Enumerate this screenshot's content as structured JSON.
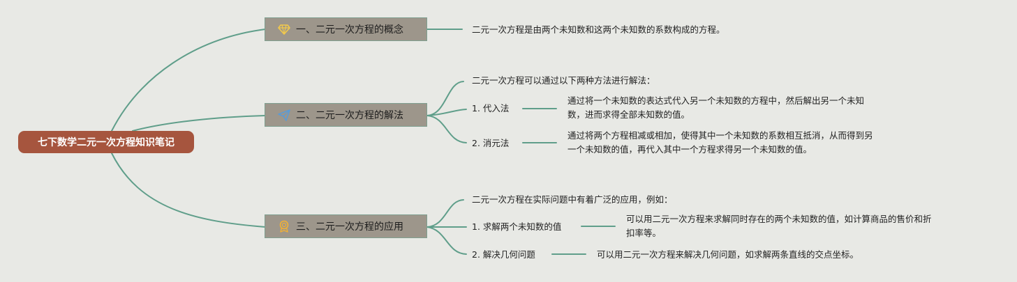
{
  "root": {
    "title": "七下数学二元一次方程知识笔记"
  },
  "topics": [
    {
      "title": "一、二元一次方程的概念",
      "icon": "diamond-icon",
      "icon_color": "#f2c94c",
      "text": "二元一次方程是由两个未知数和这两个未知数的系数构成的方程。"
    },
    {
      "title": "二、二元一次方程的解法",
      "icon": "paper-plane-icon",
      "icon_color": "#5b9bd5",
      "intro": "二元一次方程可以通过以下两种方法进行解法：",
      "items": [
        {
          "label": "1. 代入法",
          "detail_1": "通过将一个未知数的表达式代入另一个未知数的方程中，然后解出另一个未知",
          "detail_2": "数，进而求得全部未知数的值。"
        },
        {
          "label": "2. 消元法",
          "detail_1": "通过将两个方程相减或相加，使得其中一个未知数的系数相互抵消，从而得到另",
          "detail_2": "一个未知数的值，再代入其中一个方程求得另一个未知数的值。"
        }
      ]
    },
    {
      "title": "三、二元一次方程的应用",
      "icon": "award-icon",
      "icon_color": "#f2b134",
      "intro": "二元一次方程在实际问题中有着广泛的应用，例如：",
      "items": [
        {
          "label": "1. 求解两个未知数的值",
          "detail_1": "可以用二元一次方程来求解同时存在的两个未知数的值，如计算商品的售价和折",
          "detail_2": "扣率等。"
        },
        {
          "label": "2. 解决几何问题",
          "detail_1": "可以用二元一次方程来解决几何问题，如求解两条直线的交点坐标。",
          "detail_2": ""
        }
      ]
    }
  ],
  "colors": {
    "line": "#5f9e8a",
    "root_bg": "#a6553e",
    "topic_bg": "#9d968b",
    "background": "#e8e9e5"
  }
}
